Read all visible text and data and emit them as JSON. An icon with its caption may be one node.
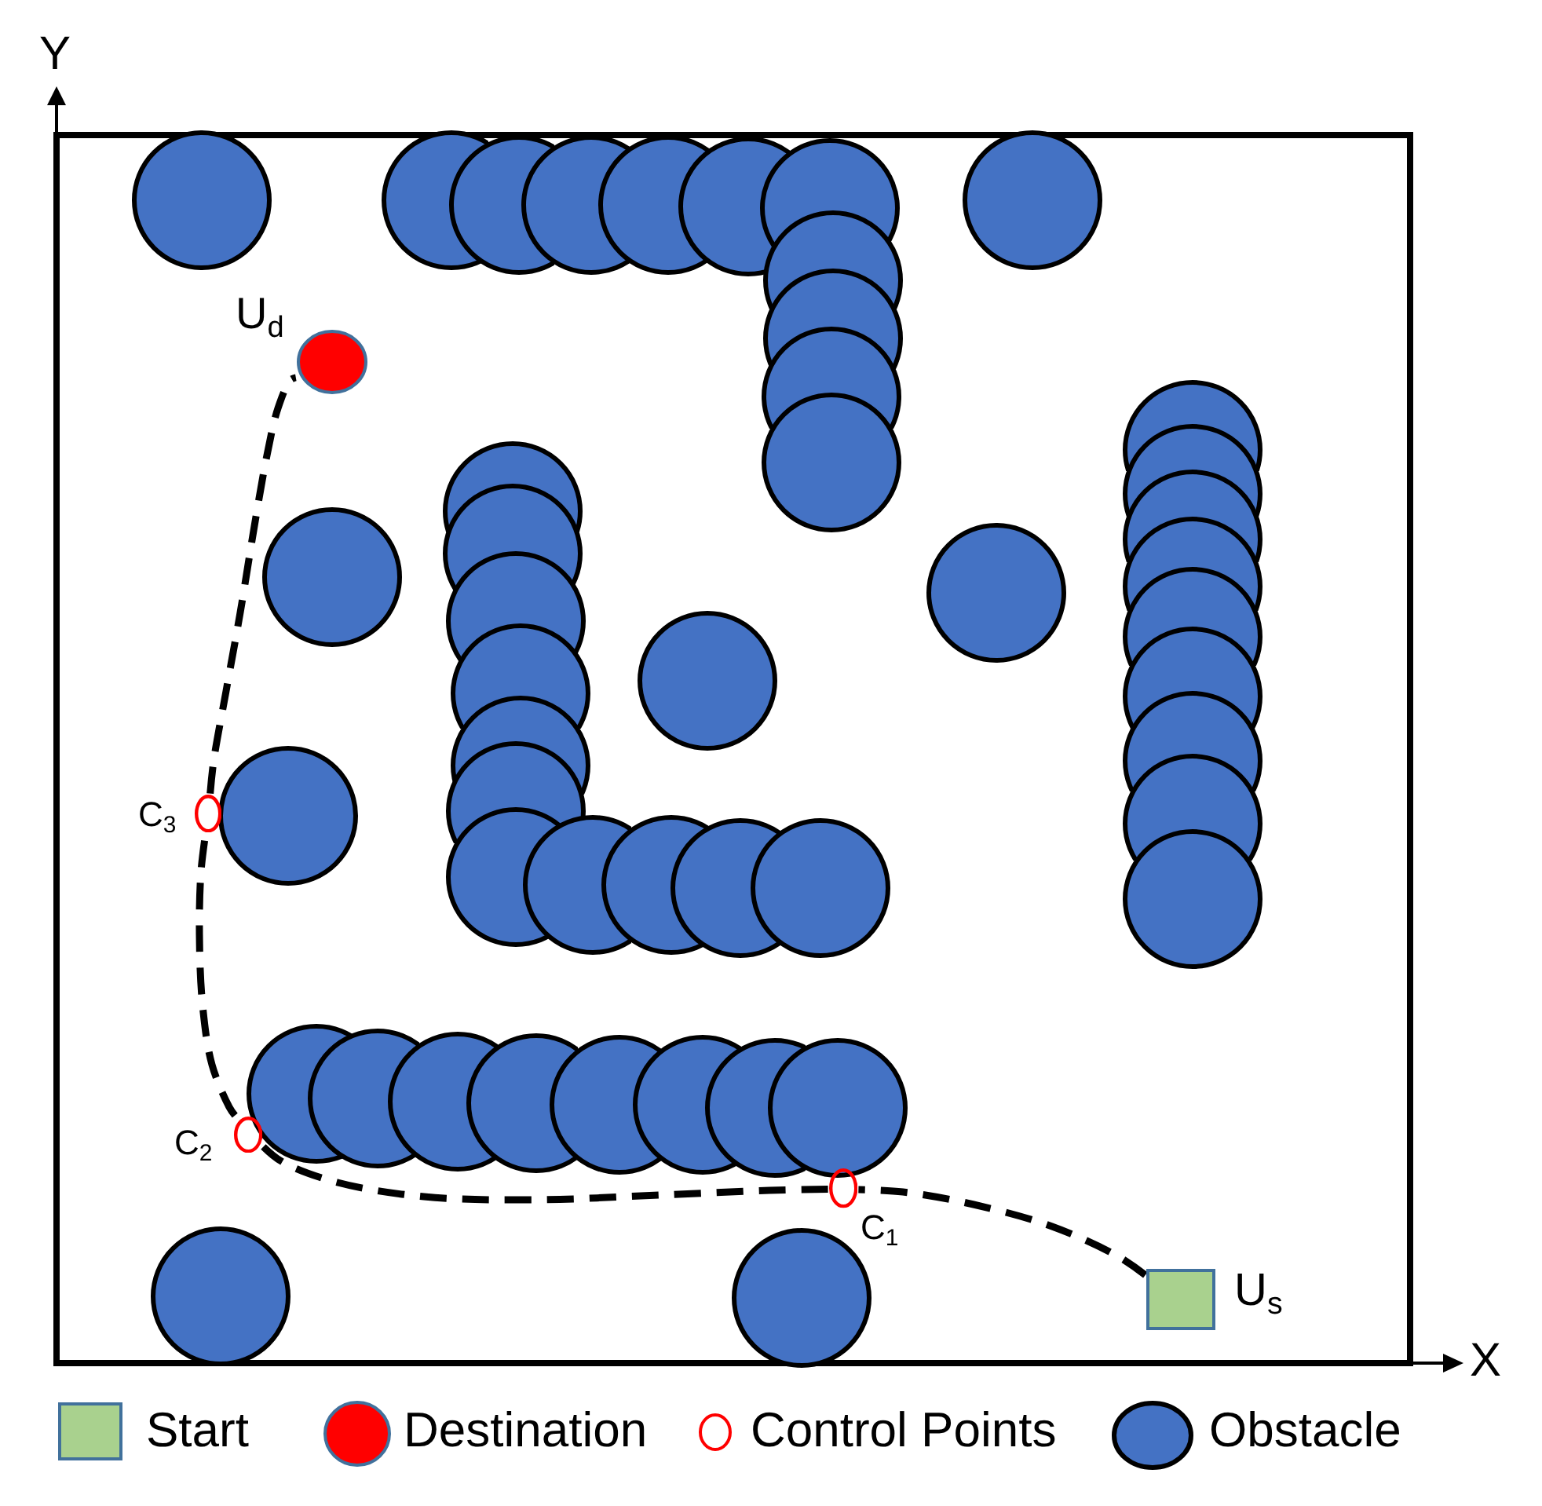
{
  "diagram": {
    "nodes": [
      {
        "text": [],
        "shape": "circle"
      },
      {
        "text": [],
        "shape": "circle"
      },
      {
        "text": [],
        "shape": "circle"
      },
      {
        "text": [],
        "shape": "circle"
      },
      {
        "text": [],
        "shape": "circle"
      },
      {
        "text": [],
        "shape": "circle"
      },
      {
        "text": [],
        "shape": "circle"
      },
      {
        "text": [],
        "shape": "circle"
      },
      {
        "text": [],
        "shape": "circle"
      },
      {
        "text": [],
        "shape": "circle"
      },
      {
        "text": [],
        "shape": "circle",
        "beside": [
          "U$_{d}$"
        ]
      },
      {
        "text": [],
        "shape": "circle"
      },
      {
        "text": [],
        "shape": "circle"
      },
      {
        "text": [],
        "shape": "circle"
      },
      {
        "text": [],
        "shape": "circle"
      },
      {
        "text": [],
        "shape": "circle"
      },
      {
        "text": [],
        "shape": "circle"
      },
      {
        "text": [],
        "shape": "circle"
      },
      {
        "text": [],
        "shape": "circle"
      },
      {
        "text": [],
        "shape": "circle"
      },
      {
        "text": [],
        "shape": "circle"
      },
      {
        "text": [],
        "shape": "circle"
      },
      {
        "text": [],
        "shape": "circle"
      },
      {
        "text": [],
        "shape": "circle"
      },
      {
        "text": [],
        "shape": "circle"
      },
      {
        "text": [],
        "shape": "circle"
      },
      {
        "text": [],
        "shape": "circle"
      },
      {
        "text": [],
        "shape": "circle"
      },
      {
        "text": [],
        "shape": "circle"
      },
      {
        "text": [],
        "shape": "circle",
        "beside": [
          "C$_{3}$"
        ]
      },
      {
        "text": [],
        "shape": "circle"
      },
      {
        "text": [],
        "shape": "circle"
      },
      {
        "text": [],
        "shape": "circle"
      },
      {
        "text": [],
        "shape": "circle"
      },
      {
        "text": [],
        "shape": "circle"
      },
      {
        "text": [],
        "shape": "circle"
      },
      {
        "text": [],
        "shape": "circle"
      },
      {
        "text": [],
        "shape": "circle"
      },
      {
        "text": [],
        "shape": "circle"
      },
      {
        "text": [],
        "shape": "circle"
      },
      {
        "text": [],
        "shape": "circle"
      },
      {
        "text": [],
        "shape": "circle"
      },
      {
        "text": [],
        "shape": "circle"
      },
      {
        "text": [],
        "shape": "circle"
      },
      {
        "text": [],
        "shape": "circle"
      },
      {
        "text": [],
        "shape": "circle"
      },
      {
        "text": [],
        "shape": "circle",
        "beside": [
          "C$_{2}$"
        ]
      },
      {
        "text": [],
        "shape": "circle",
        "beside": [
          "C$_{1}$"
        ]
      },
      {
        "text": [],
        "shape": "circle"
      },
      {
        "text": [],
        "shape": "circle"
      },
      {
        "text": [],
        "shape": "box",
        "beside": [
          "U$_{s}$"
        ]
      }
    ],
    "edges": [
      {
        "from": 50,
        "to": 47,
        "arrow": "none",
        "style": "dashed"
      },
      {
        "from": 47,
        "to": 46,
        "arrow": "none",
        "style": "dashed"
      },
      {
        "from": 46,
        "to": 29,
        "arrow": "none",
        "style": "dashed"
      },
      {
        "from": 29,
        "to": 10,
        "arrow": "none",
        "style": "dashed"
      }
    ],
    "labels": [
      "Y",
      "X"
    ],
    "legend": [
      {
        "text": "Start",
        "color": "#a9d18e"
      },
      {
        "text": "Destination",
        "color": "#ff0000"
      },
      {
        "text": "Control Points",
        "color": "#ff0000"
      },
      {
        "text": "Obstacle",
        "color": "#4472c4"
      }
    ]
  }
}
